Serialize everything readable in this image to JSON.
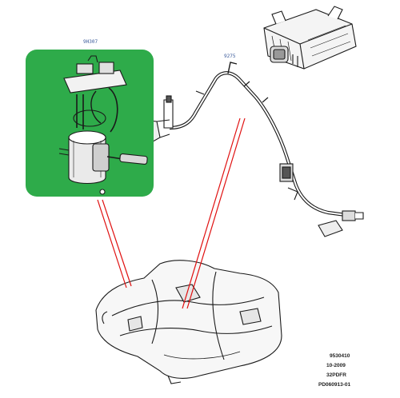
{
  "callouts": {
    "pump_label": "9H307",
    "harness_label": "9275"
  },
  "reference_block": {
    "lines": [
      "9530410",
      "10-2009",
      "32PDFR",
      "PD060913-01"
    ]
  },
  "colors": {
    "highlight_box": "#2eab4a",
    "leader_line": "#e01010",
    "line_art": "#1a1a1a",
    "label_text": "#3a5a9a"
  }
}
